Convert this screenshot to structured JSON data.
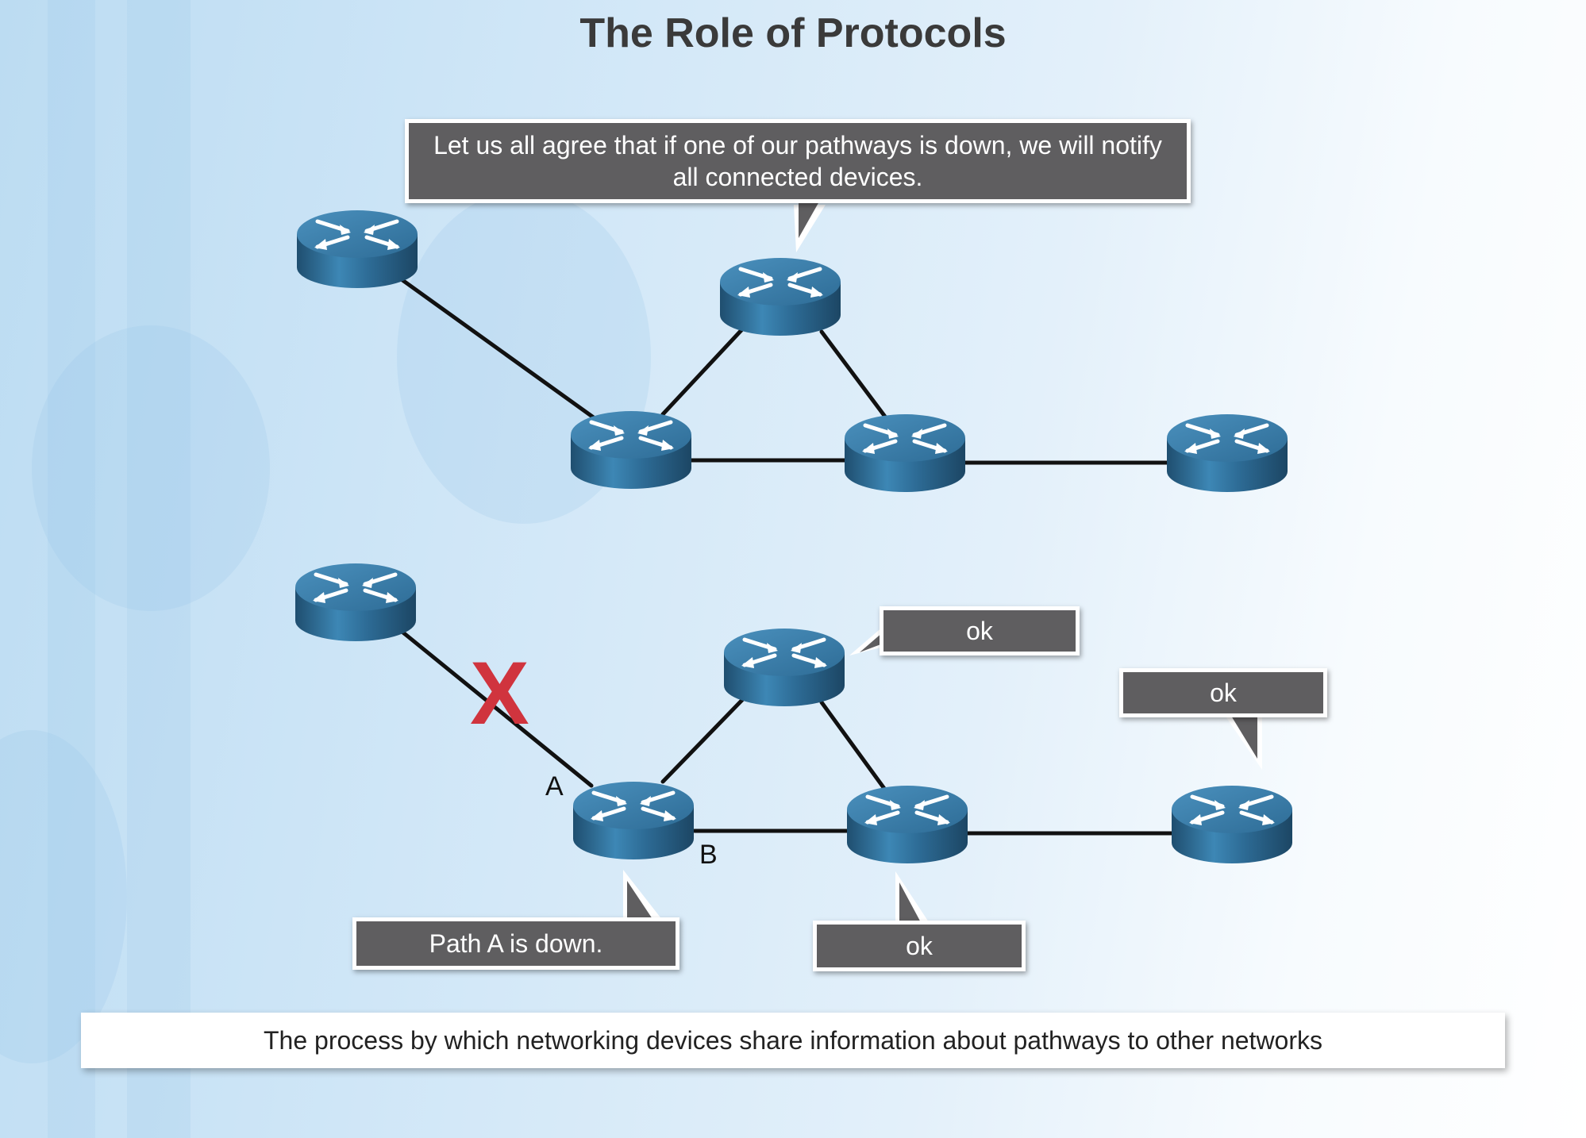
{
  "title": "The Role of Protocols",
  "top_network": {
    "bubble_text": "Let us all agree that if one of our pathways is down, we will notify all connected devices."
  },
  "bottom_network": {
    "label_a": "A",
    "label_b": "B",
    "failure_marker": "X",
    "bubble_path_down": "Path A is down.",
    "bubble_ok_top": "ok",
    "bubble_ok_right": "ok",
    "bubble_ok_bottom": "ok"
  },
  "caption": "The process by which networking devices share information about pathways to other networks",
  "colors": {
    "router_body": "#2a6288",
    "router_top": "#3a7fab",
    "bubble_bg": "#5f5e60",
    "link": "#111111",
    "failure_marker": "#d0343e"
  },
  "icons": {
    "router": "router-icon"
  }
}
